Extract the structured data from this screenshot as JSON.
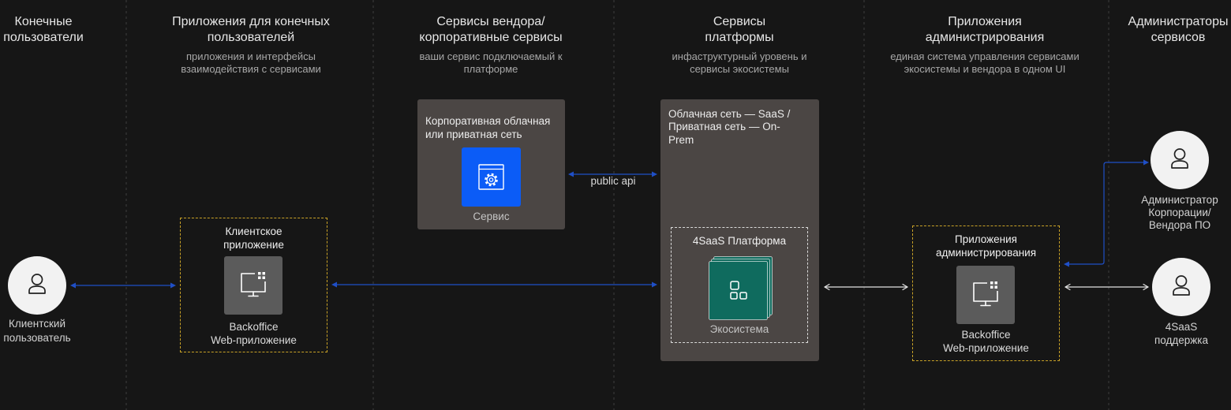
{
  "colors": {
    "background": "#161616",
    "connector_blue": "#1f4fc7",
    "connector_light": "#e4e4e4",
    "service_blue": "#0b5cf7",
    "ecosystem_teal": "#0f6b5e",
    "network_box": "#4b4644",
    "app_tile_gray": "#5b5b5b",
    "app_box_dashed": "#c9a227"
  },
  "columns": [
    {
      "title": [
        "Конечные",
        "пользователи"
      ]
    },
    {
      "title": [
        "Приложения для конечных",
        "пользователей"
      ],
      "subtitle": [
        "приложения и интерфейсы",
        "взаимодействия с сервисами"
      ]
    },
    {
      "title": [
        "Сервисы вендора/",
        "корпоративные сервисы"
      ],
      "subtitle": [
        "ваши сервис подключаемый к",
        "платформе"
      ]
    },
    {
      "title": [
        "Сервисы",
        "платформы"
      ],
      "subtitle": [
        "инфаструктурный уровень и",
        "сервисы экосистемы"
      ]
    },
    {
      "title": [
        "Приложения",
        "администрирования"
      ],
      "subtitle": [
        "единая система управления сервисами",
        "экосистемы и вендора в одном UI"
      ]
    },
    {
      "title": [
        "Администраторы",
        "сервисов"
      ]
    }
  ],
  "actors": {
    "client_user": {
      "icon": "user-icon",
      "label": [
        "Клиентский",
        "пользователь"
      ]
    },
    "corporate_admin": {
      "icon": "user-icon",
      "label": [
        "Администратор",
        "Корпорации/",
        "Вендора ПО"
      ]
    },
    "support": {
      "icon": "user-icon",
      "label": [
        "4SaaS",
        "поддержка"
      ]
    }
  },
  "client_app": {
    "title": [
      "Клиентское",
      "приложение"
    ],
    "icon": "monitor-apps-icon",
    "caption": [
      "Backoffice",
      "Web-приложение"
    ]
  },
  "vendor_network": {
    "title": [
      "Корпоративная облачная",
      "или приватная сеть"
    ],
    "icon": "gear-window-icon",
    "caption": "Сервис"
  },
  "platform_network": {
    "title": [
      "Облачная сеть — SaaS /",
      "Приватная сеть — On-",
      "Prem"
    ],
    "platform": {
      "title": "4SaaS Платформа",
      "icon": "ecosystem-icon",
      "caption": "Экосистема"
    }
  },
  "admin_app": {
    "title": [
      "Приложения",
      "администрирования"
    ],
    "icon": "monitor-apps-icon",
    "caption": [
      "Backoffice",
      "Web-приложение"
    ]
  },
  "api_link": {
    "label": "public api"
  }
}
